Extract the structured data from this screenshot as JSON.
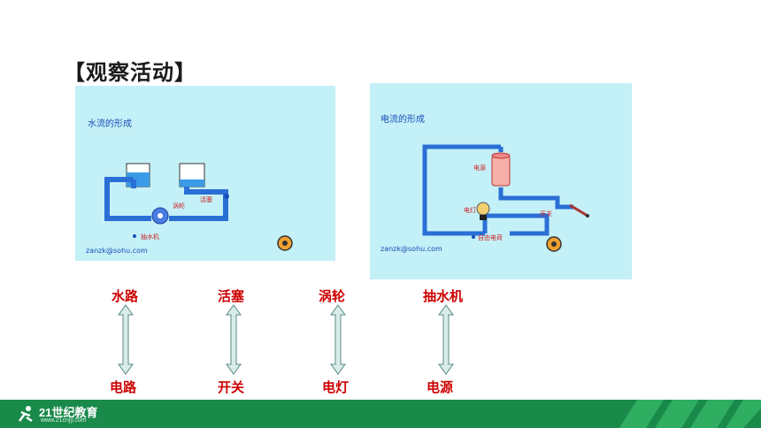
{
  "title": "【观察活动】",
  "left_panel": {
    "heading": "水流的形成",
    "email": "zanzk@sohu.com",
    "labels": [
      "活塞",
      "涡轮",
      "抽水机"
    ]
  },
  "right_panel": {
    "heading": "电流的形成",
    "email": "zanzk@sohu.com",
    "labels": [
      "电源",
      "电灯",
      "开关",
      "自由电荷"
    ]
  },
  "mapping": [
    {
      "top": "水路",
      "bottom": "电路"
    },
    {
      "top": "活塞",
      "bottom": "开关"
    },
    {
      "top": "涡轮",
      "bottom": "电灯"
    },
    {
      "top": "抽水机",
      "bottom": "电源"
    }
  ],
  "footer": {
    "logo_text": "21世纪教育",
    "logo_sub": "www.21cnjy.com"
  },
  "colors": {
    "panel_bg": "#c4f0f7",
    "pipe": "#2a6fd6",
    "label_red": "#cc0000",
    "footer_green": "#1a8a4a"
  }
}
